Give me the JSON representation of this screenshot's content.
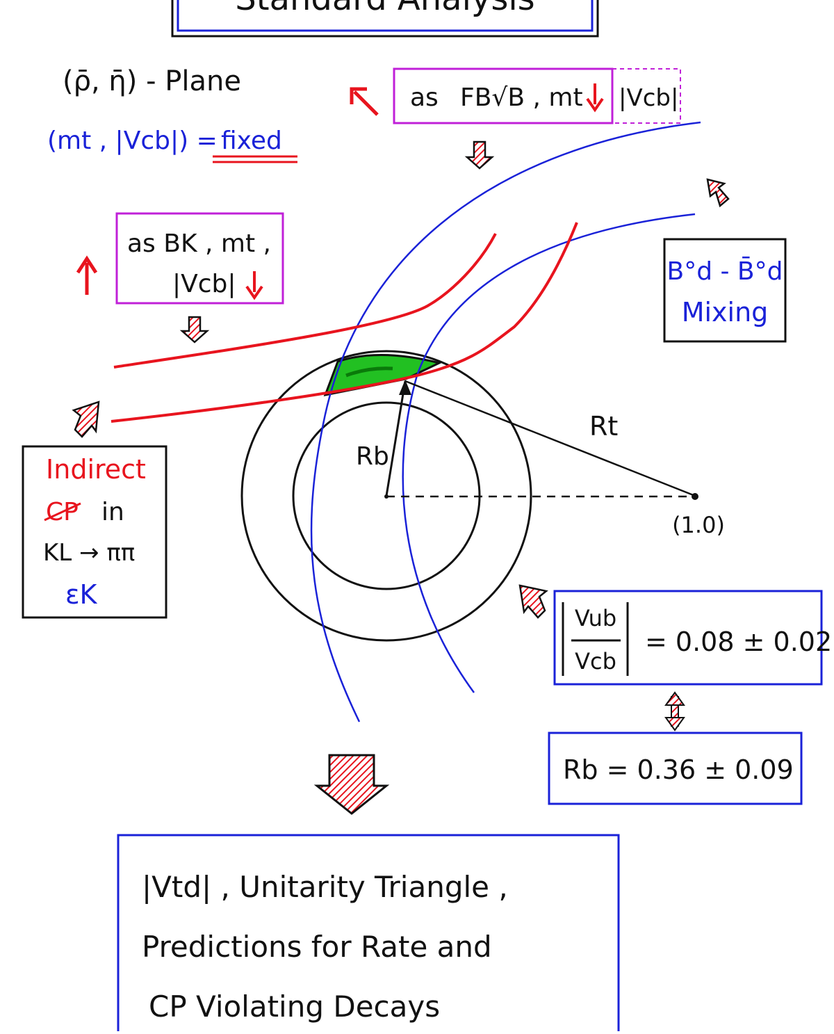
{
  "title": "Standard Analysis",
  "plane_label": "(ρ̄, η̄) - Plane",
  "fixed_line": {
    "left": "(mt , |Vcb|) = ",
    "fixed": "fixed"
  },
  "box_bd_scan": {
    "prefix": "as",
    "text": "FB√B , mt",
    "extra": "|Vcb|"
  },
  "box_eps_scan": {
    "line1": "as  BK , mt ,",
    "line2": "|Vcb|"
  },
  "mixing_box": {
    "line1": "B°d - B̄°d",
    "line2": "Mixing"
  },
  "indirect_box": {
    "line1": "Indirect",
    "line2_cp": "CP",
    "line2_in": "in",
    "line3": "KL → ππ",
    "line4": "εK"
  },
  "labels": {
    "rb": "Rb",
    "rt": "Rt",
    "point": "(1.0)"
  },
  "vub_box": {
    "numerator": "Vub",
    "denominator": "Vcb",
    "value": "= 0.08 ± 0.02"
  },
  "rb_box": {
    "text": "Rb = 0.36 ± 0.09"
  },
  "conclusion": {
    "line1": "|Vtd| ,  Unitarity Triangle ,",
    "line2": "Predictions  for   Rate  and",
    "line3": "CP  Violating   Decays"
  },
  "colors": {
    "blue": "#1a22d8",
    "red": "#e8141e",
    "magenta": "#c020d8",
    "green": "#22c022",
    "black": "#111111"
  }
}
